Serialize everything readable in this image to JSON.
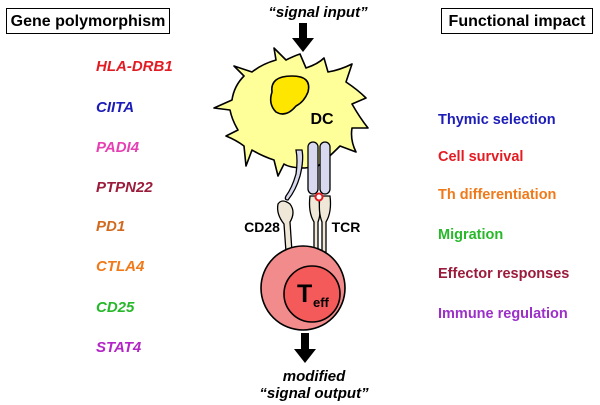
{
  "headers": {
    "left": "Gene polymorphism",
    "right": "Functional impact"
  },
  "genes": [
    {
      "name": "HLA-DRB1",
      "color": "#e31b23"
    },
    {
      "name": "CIITA",
      "color": "#1c1cb8"
    },
    {
      "name": "PADI4",
      "color": "#e63fb4"
    },
    {
      "name": "PTPN22",
      "color": "#9b1b3b"
    },
    {
      "name": "PD1",
      "color": "#d2691e"
    },
    {
      "name": "CTLA4",
      "color": "#f07a1a"
    },
    {
      "name": "CD25",
      "color": "#27b82a"
    },
    {
      "name": "STAT4",
      "color": "#b325c7"
    }
  ],
  "impacts": [
    {
      "name": "Thymic selection",
      "color": "#1c1cb8"
    },
    {
      "name": "Cell survival",
      "color": "#e31b23"
    },
    {
      "name": "Th differentiation",
      "color": "#f07a1a"
    },
    {
      "name": "Migration",
      "color": "#27b82a"
    },
    {
      "name": "Effector responses",
      "color": "#9b1b3b"
    },
    {
      "name": "Immune regulation",
      "color": "#9b2fc7"
    }
  ],
  "diagram": {
    "signal_input": "“signal input”",
    "signal_output_line1": "modified",
    "signal_output_line2": "“signal output”",
    "dc_label": "DC",
    "cd28_label": "CD28",
    "tcr_label": "TCR",
    "teff_main": "T",
    "teff_sub": "eff",
    "colors": {
      "dc_fill": "#ffff99",
      "nucleus_fill": "#ffe600",
      "receptor_fill": "#d8d8ef",
      "cd28_fill": "#efe8d8",
      "teff_outer": "#f28b8b",
      "teff_inner": "#f55a5a",
      "synapse_dot": "#e31b23"
    }
  }
}
